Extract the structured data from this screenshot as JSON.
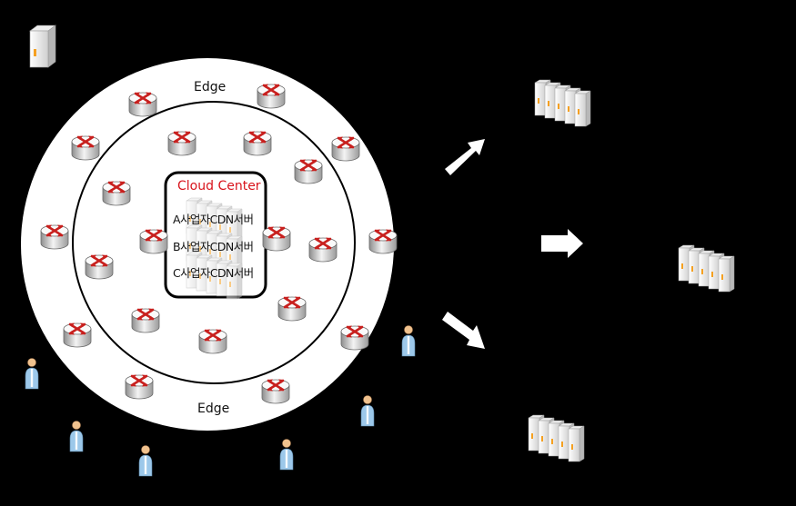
{
  "labels": {
    "edge_top": "Edge",
    "edge_bottom": "Edge",
    "center_title": "Cloud Center",
    "cdn_servers": [
      "A사업자CDN서버",
      "B사업자CDN서버",
      "C사업자CDN서버"
    ]
  },
  "colors": {
    "background": "#000000",
    "ring": "#ffffff",
    "center_title": "#d8141c",
    "router_arrow": "#c8201e",
    "server_accent": "#f5a020",
    "user_shirt": "#9cc8ea"
  },
  "icons": {
    "router": "router-icon",
    "server": "server-icon",
    "server_rack": "server-rack-icon",
    "user": "user-icon",
    "arrow": "arrow-icon"
  }
}
